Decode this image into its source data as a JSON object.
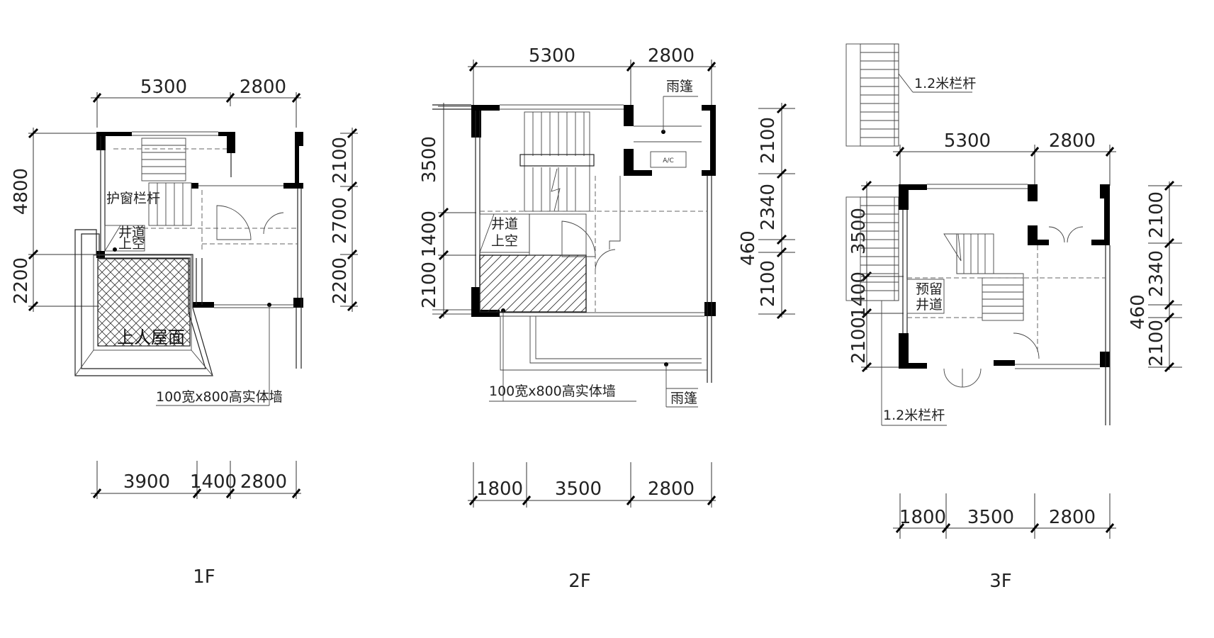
{
  "floors": [
    {
      "id": "1F",
      "caption": "1F",
      "top_dims": [
        "5300",
        "2800"
      ],
      "bottom_dims": [
        "3900",
        "1400",
        "2800"
      ],
      "left_dims": [
        "4800",
        "2200"
      ],
      "right_dims": [
        "2100",
        "2700",
        "2200"
      ],
      "labels": {
        "window_guard": "护窗栏杆",
        "shaft_1": "井道",
        "shaft_2": "上空",
        "roof": "上人屋面",
        "wall_note": "100宽x800高实体墙"
      }
    },
    {
      "id": "2F",
      "caption": "2F",
      "top_dims": [
        "5300",
        "2800"
      ],
      "bottom_dims": [
        "1800",
        "3500",
        "2800"
      ],
      "left_dims": [
        "3500",
        "1400",
        "2100"
      ],
      "right_dims": [
        "2100",
        "2340",
        "460",
        "2100"
      ],
      "labels": {
        "canopy_top": "雨篷",
        "ac": "A/C",
        "shaft_1": "井道",
        "shaft_2": "上空",
        "wall_note": "100宽x800高实体墙",
        "canopy_bottom": "雨篷"
      }
    },
    {
      "id": "3F",
      "caption": "3F",
      "top_dims": [
        "5300",
        "2800"
      ],
      "bottom_dims": [
        "1800",
        "3500",
        "2800"
      ],
      "left_dims": [
        "3500",
        "1400",
        "2100"
      ],
      "right_dims": [
        "2100",
        "2340",
        "460",
        "2100"
      ],
      "labels": {
        "railing_top": "1.2米栏杆",
        "reserved_1": "预留",
        "reserved_2": "井道",
        "railing_bottom": "1.2米栏杆"
      }
    }
  ]
}
